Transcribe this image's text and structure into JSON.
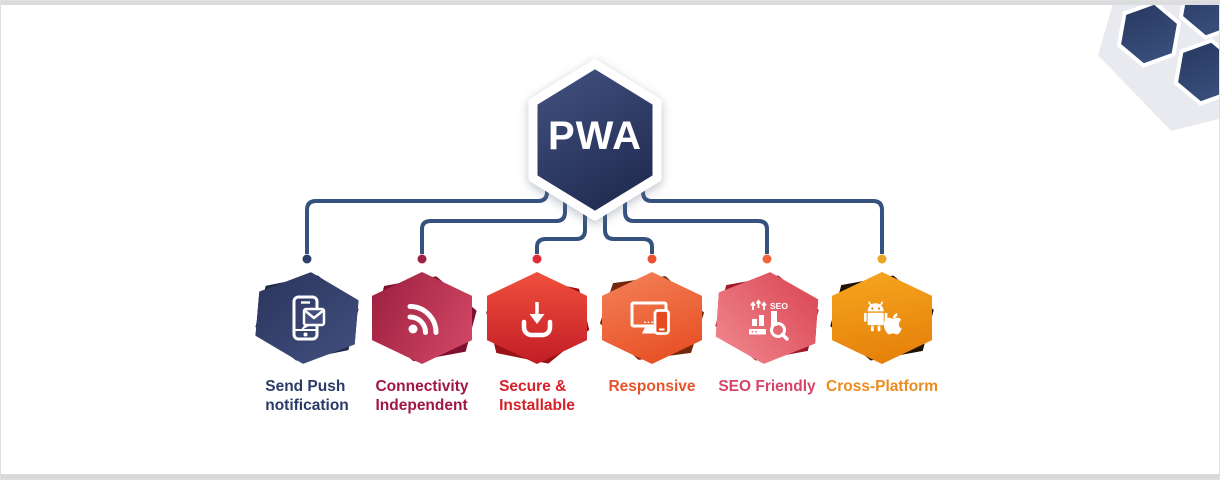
{
  "title": {
    "text": "PWA"
  },
  "pwa_hex": {
    "gradient_top": "#41507f",
    "gradient_bottom": "#1f2a4e",
    "border_color": "#ffffff"
  },
  "connector": {
    "line_color": "#35517e",
    "casing_color": "#ffffff"
  },
  "features": [
    {
      "label": "Send Push\nnotification",
      "icon": "push-notification-icon",
      "colors": {
        "front_top": "#2b345c",
        "front_bottom": "#42507f",
        "back": "#1f2847",
        "dot": "#2c3e6b",
        "label": "#2b3a68"
      }
    },
    {
      "label": "Connectivity\nIndependent",
      "icon": "rss-icon",
      "colors": {
        "front_top": "#9c1e3e",
        "front_bottom": "#d44a68",
        "back": "#7e112e",
        "dot": "#9c2144",
        "label": "#a01648"
      }
    },
    {
      "label": "Secure &\nInstallable",
      "icon": "download-icon",
      "colors": {
        "front_top": "#f14f3d",
        "front_bottom": "#c21d26",
        "back": "#991216",
        "dot": "#e02b36",
        "label": "#d62128"
      }
    },
    {
      "label": "Responsive",
      "icon": "responsive-devices-icon",
      "colors": {
        "front_top": "#f4825a",
        "front_bottom": "#e64a1e",
        "back": "#74290e",
        "dot": "#ee4f2e",
        "label": "#e8542c"
      }
    },
    {
      "label": "SEO Friendly",
      "icon": "seo-icon",
      "colors": {
        "front_top": "#d84351",
        "front_bottom": "#f18a90",
        "back": "#9e1826",
        "dot": "#f0663a",
        "label": "#d64468"
      }
    },
    {
      "label": "Cross-Platform",
      "icon": "android-apple-icon",
      "colors": {
        "front_top": "#f6a61f",
        "front_bottom": "#e47d08",
        "back": "#1f1206",
        "dot": "#eca423",
        "label": "#ec8b1f"
      }
    }
  ],
  "decor": {
    "light_hex": "#e8eaf0",
    "navy_top": "#24375e",
    "navy_bottom": "#3a4f7c",
    "gap_color": "#ffffff"
  }
}
